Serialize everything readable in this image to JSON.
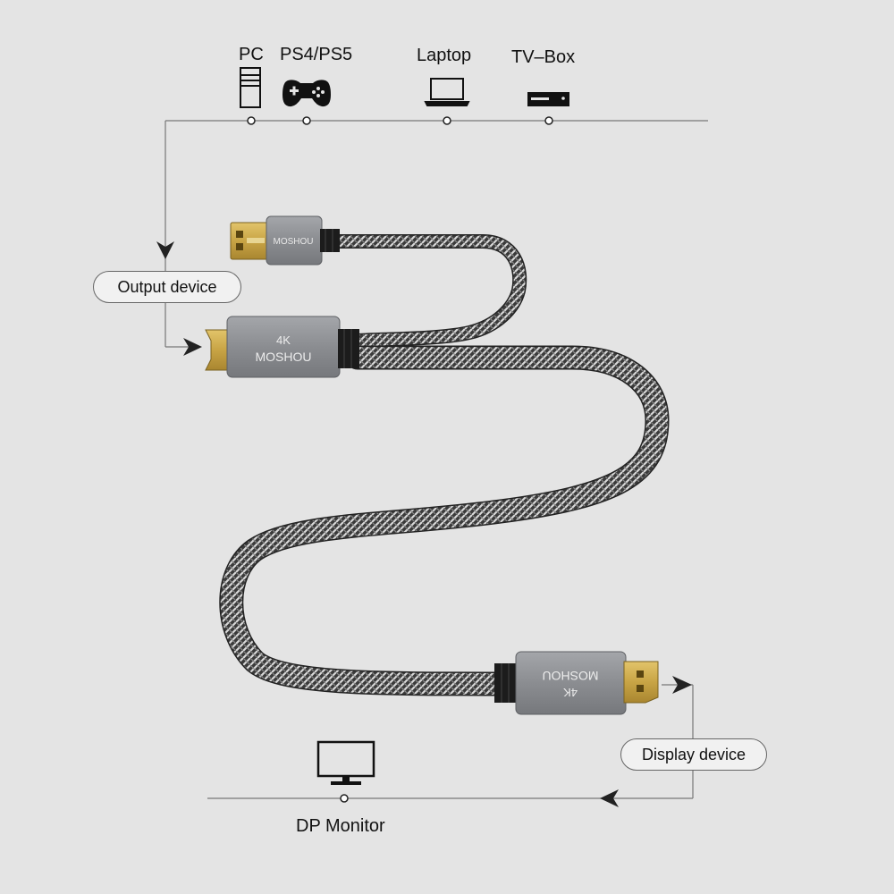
{
  "devices": {
    "pc": "PC",
    "ps": "PS4/PS5",
    "laptop": "Laptop",
    "tvbox": "TV–Box"
  },
  "output_label": "Output device",
  "display_label": "Display device",
  "monitor_label": "DP Monitor",
  "connector_text": {
    "usb_brand": "MOSHOU",
    "hdmi_res": "4K",
    "hdmi_brand": "MOSHOU",
    "dp_res": "4K",
    "dp_brand": "MOSHOU"
  },
  "colors": {
    "background": "#e4e4e4",
    "housing": "#8d8f93",
    "gold": "#c9a84a",
    "cable": "#4a4a4a"
  },
  "icons": [
    "pc-tower-icon",
    "gamepad-icon",
    "laptop-icon",
    "tv-box-icon",
    "monitor-icon"
  ]
}
